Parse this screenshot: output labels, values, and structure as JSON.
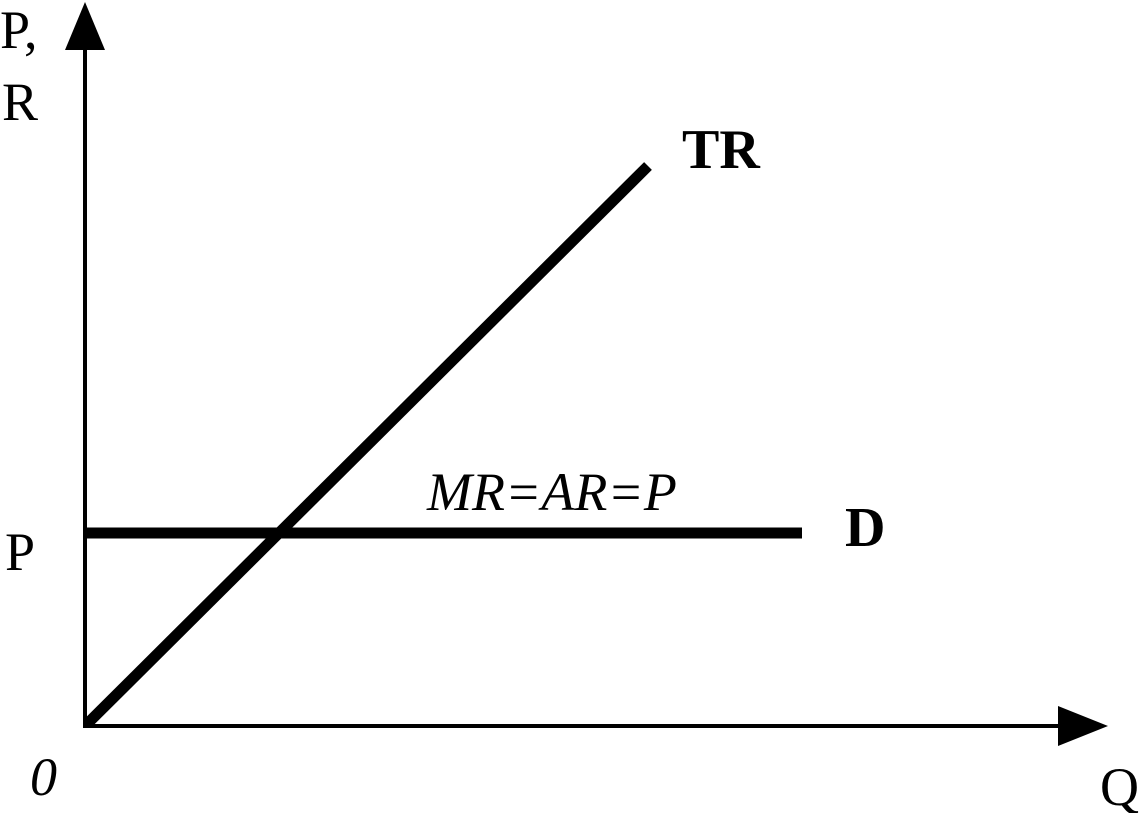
{
  "axes": {
    "y_label_line1": "P,",
    "y_label_line2": "R",
    "x_label": "Q",
    "origin_label": "0",
    "price_tick_label": "P"
  },
  "curves": {
    "total_revenue_label": "TR",
    "demand_label": "D",
    "marginal_average_revenue_label": "MR=AR=P"
  },
  "colors": {
    "ink": "#000000",
    "background": "#ffffff"
  }
}
